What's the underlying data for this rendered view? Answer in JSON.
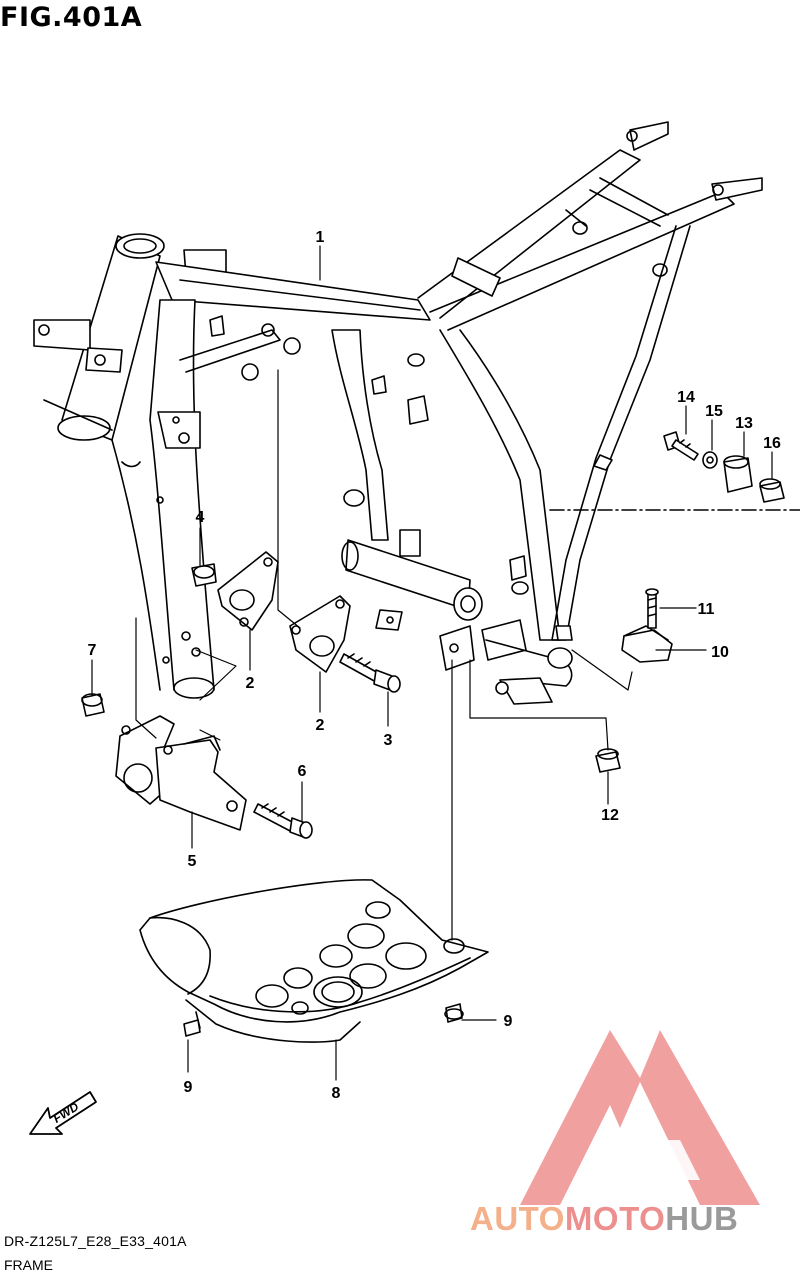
{
  "figure": {
    "title": "FIG.401A",
    "code": "DR-Z125L7_E28_E33_401A",
    "name": "FRAME"
  },
  "fwd_arrow": {
    "label": "FWD"
  },
  "watermark": {
    "part1": "AUTO",
    "part2": "MOTO",
    "part3": "HUB",
    "colors": {
      "auto": "#f4b08a",
      "moto": "#ee8f8f",
      "hub": "#9a9a9a"
    }
  },
  "callouts": [
    {
      "number": "1",
      "part": "frame"
    },
    {
      "number": "2",
      "part": "engine-mount-bracket-left"
    },
    {
      "number": "2",
      "part": "engine-mount-bracket-right"
    },
    {
      "number": "3",
      "part": "bolt"
    },
    {
      "number": "4",
      "part": "nut"
    },
    {
      "number": "5",
      "part": "bracket"
    },
    {
      "number": "6",
      "part": "bolt"
    },
    {
      "number": "7",
      "part": "nut"
    },
    {
      "number": "8",
      "part": "skid-plate"
    },
    {
      "number": "9",
      "part": "bolt-left"
    },
    {
      "number": "9",
      "part": "bolt-right"
    },
    {
      "number": "10",
      "part": "cushion"
    },
    {
      "number": "11",
      "part": "screw"
    },
    {
      "number": "12",
      "part": "nut"
    },
    {
      "number": "13",
      "part": "cushion"
    },
    {
      "number": "14",
      "part": "bolt"
    },
    {
      "number": "15",
      "part": "washer"
    },
    {
      "number": "16",
      "part": "collar"
    }
  ]
}
